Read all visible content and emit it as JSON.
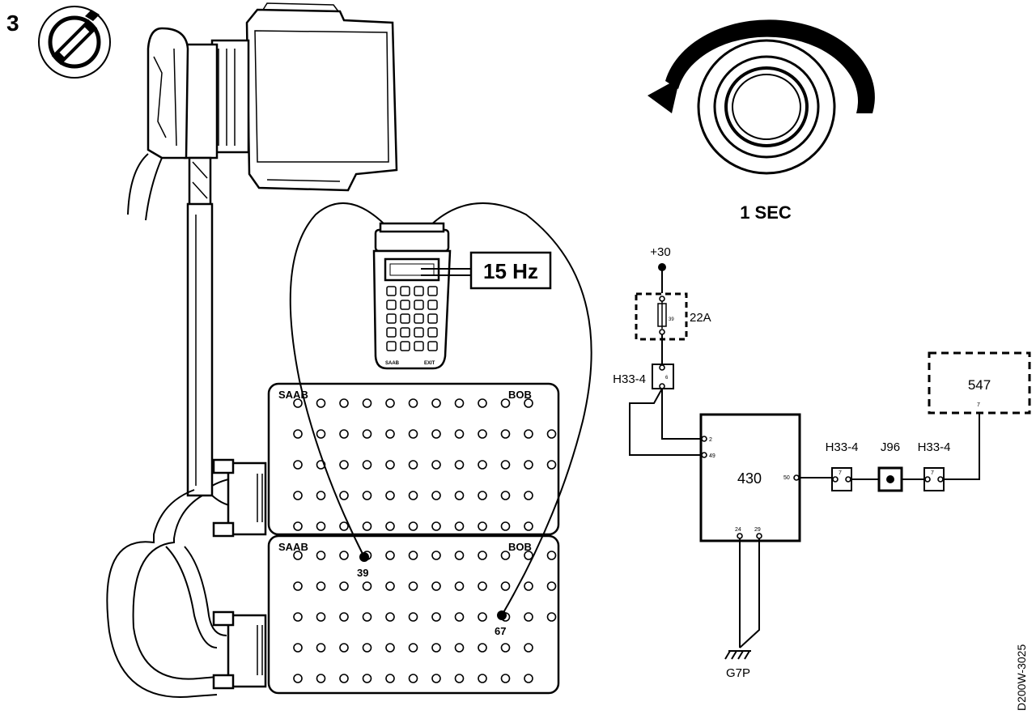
{
  "step_number": "3",
  "rotation_label": "1 SEC",
  "scan_tool_display": "15 Hz",
  "breakout_box": {
    "upper": {
      "brand": "SAAB",
      "model": "BOB",
      "rows": [
        11,
        12,
        12,
        11,
        11
      ]
    },
    "lower": {
      "brand": "SAAB",
      "model": "BOB",
      "rows": [
        12,
        12,
        12,
        11,
        11
      ]
    },
    "probe_pins": [
      "39",
      "67"
    ]
  },
  "schematic": {
    "supply": "+30",
    "fuse_label": "22A",
    "fuse_pin": "39",
    "connector_1": "H33-4",
    "connector_1_pin": "6",
    "module": "430",
    "module_pins": {
      "in_a": "2",
      "in_b": "49",
      "out": "50",
      "gnd_a": "24",
      "gnd_b": "29"
    },
    "connector_2": "H33-4",
    "connector_2_pin": "7",
    "junction": "J96",
    "connector_3": "H33-4",
    "connector_3_pin": "7",
    "target_module": "547",
    "target_pin": "7",
    "ground": "G7P"
  },
  "figure_id": "D200W-3025"
}
